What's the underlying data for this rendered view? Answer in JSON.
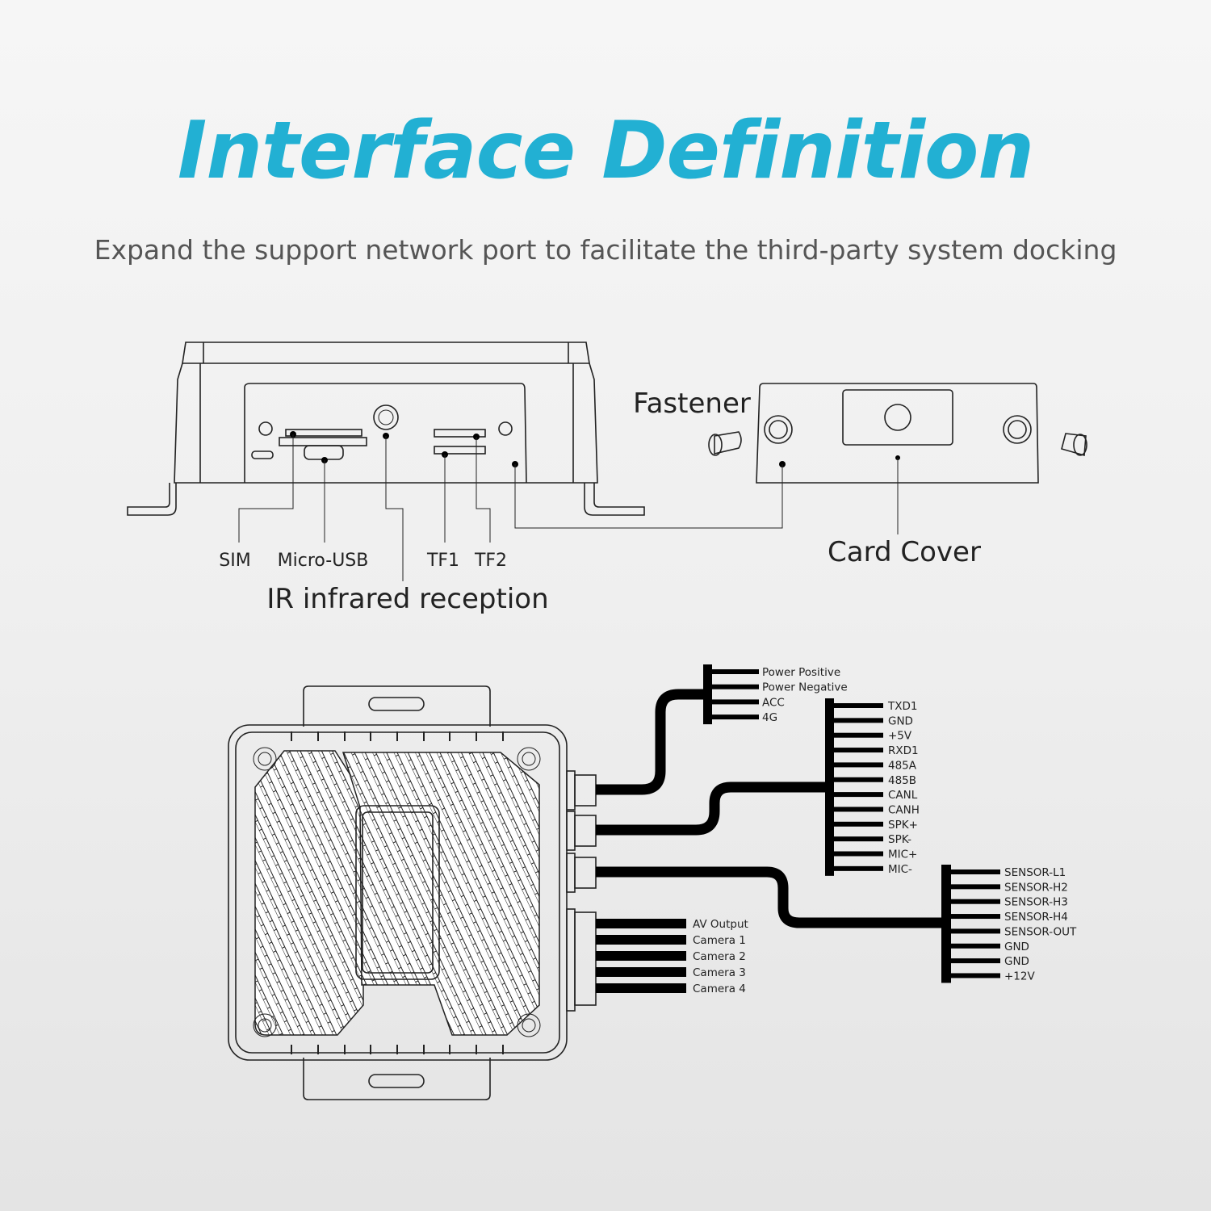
{
  "title": "Interface Definition",
  "subtitle": "Expand the support network port to facilitate the third-party system docking",
  "accent_color": "#22b0d3",
  "front_panel": {
    "labels": {
      "sim": "SIM",
      "micro_usb": "Micro-USB",
      "tf1": "TF1",
      "tf2": "TF2",
      "ir": "IR infrared reception",
      "fastener": "Fastener",
      "card_cover": "Card Cover"
    }
  },
  "harness": {
    "power": [
      "Power Positive",
      "Power Negative",
      "ACC",
      "4G"
    ],
    "serial": [
      "TXD1",
      "GND",
      "+5V",
      "RXD1",
      "485A",
      "485B",
      "CANL",
      "CANH",
      "SPK+",
      "SPK-",
      "MIC+",
      "MIC-"
    ],
    "sensor": [
      "SENSOR-L1",
      "SENSOR-H2",
      "SENSOR-H3",
      "SENSOR-H4",
      "SENSOR-OUT",
      "GND",
      "GND",
      "+12V"
    ],
    "video": [
      "AV Output",
      "Camera 1",
      "Camera 2",
      "Camera 3",
      "Camera 4"
    ]
  }
}
